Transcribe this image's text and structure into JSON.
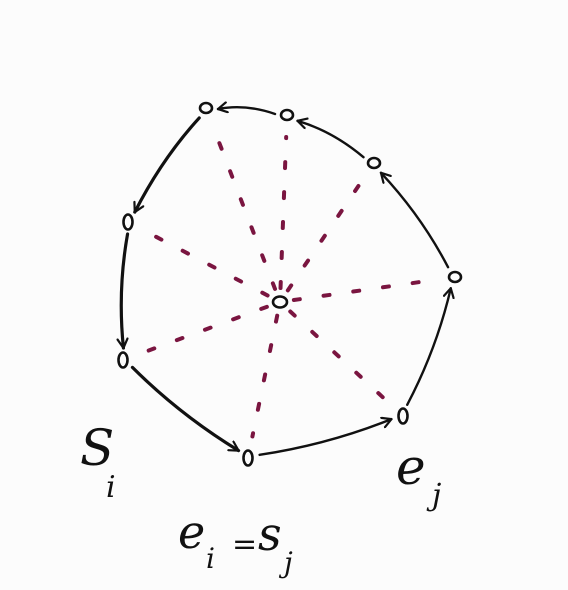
{
  "diagram": {
    "labels": {
      "s_main": "S",
      "s_sub": "i",
      "e_main": "e",
      "e_sub": "j",
      "eq_e": "e",
      "eq_e_sub": "i",
      "eq_sign": "=",
      "eq_s": "s",
      "eq_s_sub": "j"
    },
    "colors": {
      "ink": "#111111",
      "spoke": "#7a1540",
      "background": "#fcfcfc"
    },
    "nodes": [
      "center",
      "top-left",
      "top",
      "upper-right",
      "right",
      "lower-right",
      "bottom",
      "left",
      "upper-left"
    ],
    "edges": [
      {
        "from": "top",
        "to": "top-left"
      },
      {
        "from": "upper-right",
        "to": "top"
      },
      {
        "from": "right",
        "to": "upper-right"
      },
      {
        "from": "lower-right",
        "to": "right"
      },
      {
        "from": "bottom",
        "to": "lower-right"
      },
      {
        "from": "left",
        "to": "bottom"
      },
      {
        "from": "upper-left",
        "to": "left"
      },
      {
        "from": "top-left",
        "to": "upper-left"
      }
    ],
    "spokes": [
      "top-left",
      "top",
      "upper-right",
      "right",
      "lower-right",
      "bottom",
      "left",
      "upper-left"
    ]
  }
}
